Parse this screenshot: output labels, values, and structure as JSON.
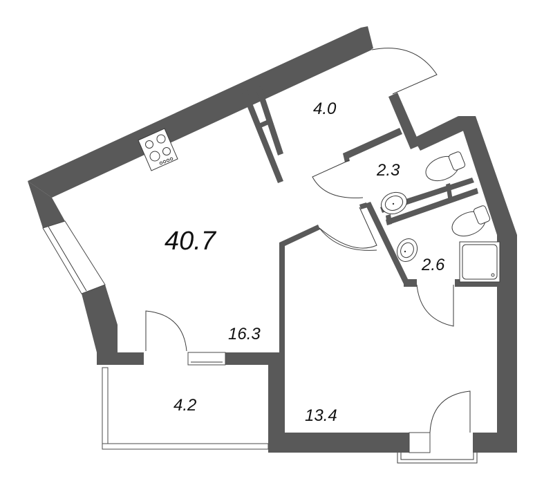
{
  "plan": {
    "type": "apartment-floor-plan",
    "total_area": "40.7",
    "rooms": [
      {
        "id": "hall",
        "area": "4.0"
      },
      {
        "id": "wc",
        "area": "2.3"
      },
      {
        "id": "bathroom",
        "area": "2.6"
      },
      {
        "id": "kitchen-living",
        "area": "16.3"
      },
      {
        "id": "bedroom",
        "area": "13.4"
      },
      {
        "id": "balcony",
        "area": "4.2"
      }
    ],
    "colors": {
      "wall": "#595959",
      "background": "#ffffff",
      "line": "#3a3a3a"
    }
  }
}
